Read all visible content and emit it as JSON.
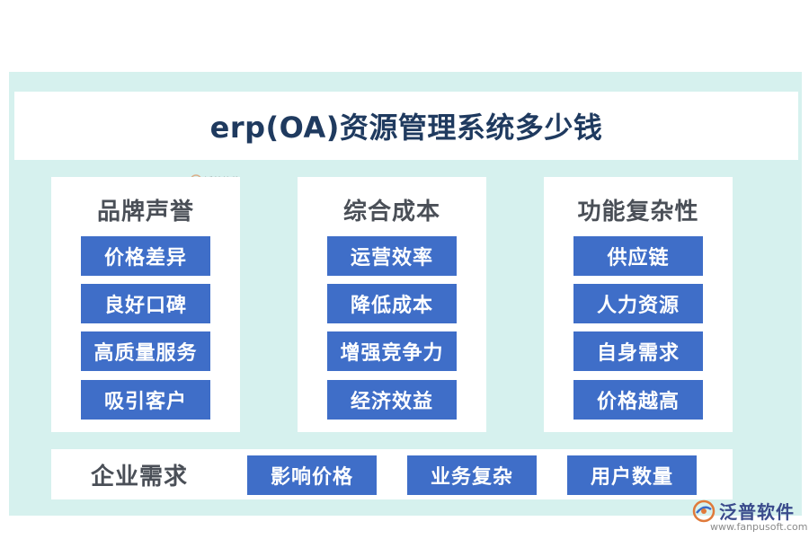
{
  "title": "erp(OA)资源管理系统多少钱",
  "columns": [
    {
      "heading": "品牌声誉",
      "items": [
        "价格差异",
        "良好口碑",
        "高质量服务",
        "吸引客户"
      ]
    },
    {
      "heading": "综合成本",
      "items": [
        "运营效率",
        "降低成本",
        "增强竞争力",
        "经济效益"
      ]
    },
    {
      "heading": "功能复杂性",
      "items": [
        "供应链",
        "人力资源",
        "自身需求",
        "价格越高"
      ]
    }
  ],
  "bottom": {
    "heading": "企业需求",
    "items": [
      "影响价格",
      "业务复杂",
      "用户数量"
    ]
  },
  "watermark": {
    "small_text": "泛普软件",
    "logo_text": "泛普软件",
    "url": "www.fanpusoft.com"
  },
  "colors": {
    "background_frame": "#d6f1ee",
    "tag_blue": "#3f6ec8",
    "title_text": "#1f3a5f",
    "heading_text": "#4a4f57"
  }
}
